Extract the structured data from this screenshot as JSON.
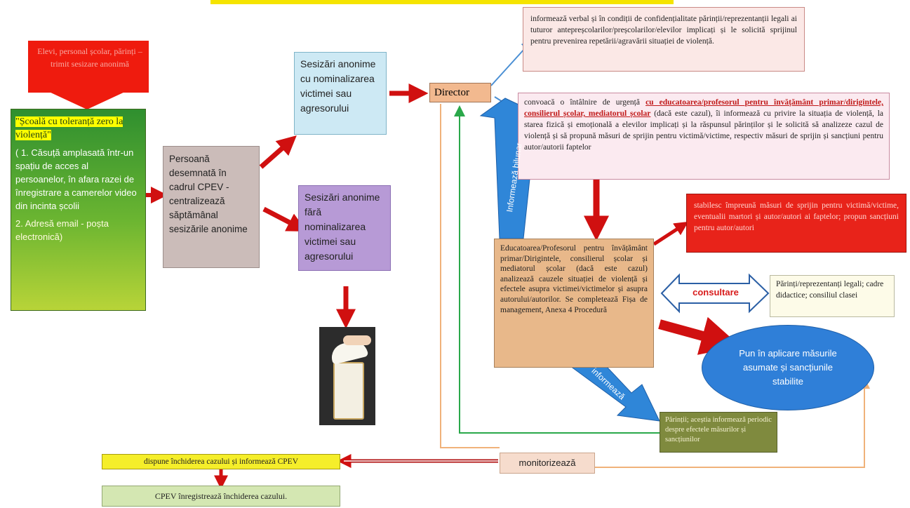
{
  "header": {
    "top_strip_text": ""
  },
  "source": {
    "text": "Elevi, personal școlar, părinți – trimit sesizare anonimă",
    "color": "#ef1b0e"
  },
  "school_box": {
    "title": "\"Școală cu toleranță zero la violență\"",
    "item1": "( 1.  Căsuță amplasată într-un spațiu de acces al persoanelor, în afara razei de înregistrare a camerelor video din incinta școlii",
    "item2": "2. Adresă email - poșta electronică)"
  },
  "cpev_person": {
    "text": "Persoană desemnată în cadrul CPEV - centralizează săptămânal sesizările anonime"
  },
  "with_name": {
    "text": "Sesizări anonime cu nominalizarea victimei sau agresorului"
  },
  "without_name": {
    "text": "Sesizări anonime fără nominalizarea victimei sau agresorului"
  },
  "director": {
    "label": "Director"
  },
  "inform_parents": {
    "text": "informează verbal și în condiții de confidențialitate părinții/reprezentanții legali ai tuturor antepreșcolarilor/preșcolarilor/elevilor implicați și le solicită sprijinul pentru prevenirea repetării/agravării situației de violență."
  },
  "meeting": {
    "part1": "convoacă o întâlnire de urgență ",
    "part2": "cu educatoarea/profesorul pentru învățământ primar/dirigintele, consilierul școlar, mediatorul școlar",
    "part3": " (dacă este cazul), îi informează cu privire la situația de violență, la starea fizică și emoțională a elevilor implicați și la răspunsul părinților și le solicită să analizeze cazul de violență și să propună măsuri de sprijin pentru victimă/victime, respectiv măsuri de sprijin și sancțiuni pentru autor/autorii faptelor"
  },
  "establish": {
    "text": "stabilesc împreună măsuri de sprijin pentru victimă/victime, eventualii martori și autor/autori ai faptelor; propun sancțiuni pentru autor/autori"
  },
  "analysis": {
    "text": "Educatoarea/Profesorul pentru învățământ primar/Dirigintele, consilierul școlar și mediatorul școlar (dacă este cazul) analizează cauzele situației de violență și efectele asupra victimei/victimelor și asupra autorului/autorilor. Se completează Fișa de management, Anexa 4 Procedură"
  },
  "consult": {
    "label": "consultare"
  },
  "parents_staff": {
    "text": "Părinți/reprezentanți legali; cadre didactice; consiliul clasei"
  },
  "apply": {
    "text": "Pun în aplicare măsurile asumate și sancțiunile stabilite"
  },
  "monthly": {
    "label": "Informează bilunar"
  },
  "inform_arrow": {
    "label": "informează"
  },
  "parents_periodic": {
    "text": "Părinții; aceștia informează periodic despre efectele măsurilor și sancțiunilor"
  },
  "monitor": {
    "label": "monitorizează"
  },
  "closing": {
    "text": "dispune închiderea cazului și informează CPEV"
  },
  "registers": {
    "text": "CPEV înregistrează închiderea cazului."
  },
  "colors": {
    "red": "#e8231a",
    "light_blue": "#cde9f4",
    "lavender": "#b79ad6",
    "taupe": "#cbbcb9",
    "peach": "#e8b88a",
    "blue": "#2f7fd8",
    "olive": "#7f8a3e",
    "green_top": "#2f8f2f",
    "green_bottom": "#b8d438"
  }
}
